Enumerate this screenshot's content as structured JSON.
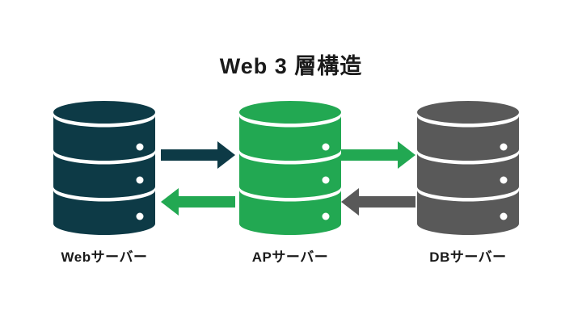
{
  "title": "Web 3 層構造",
  "colors": {
    "background": "#ffffff",
    "text": "#1a1a1a",
    "web_tier": "#0d3a46",
    "ap_tier": "#22a852",
    "db_tier": "#595959"
  },
  "nodes": [
    {
      "id": "web-server",
      "label": "Webサーバー",
      "icon": "database-icon",
      "color": "#0d3a46"
    },
    {
      "id": "ap-server",
      "label": "APサーバー",
      "icon": "database-icon",
      "color": "#22a852"
    },
    {
      "id": "db-server",
      "label": "DBサーバー",
      "icon": "database-icon",
      "color": "#595959"
    }
  ],
  "arrows": [
    {
      "id": "web-to-ap",
      "direction": "right",
      "color": "#0d3a46"
    },
    {
      "id": "ap-to-web",
      "direction": "left",
      "color": "#22a852"
    },
    {
      "id": "ap-to-db",
      "direction": "right",
      "color": "#22a852"
    },
    {
      "id": "db-to-ap",
      "direction": "left",
      "color": "#595959"
    }
  ]
}
